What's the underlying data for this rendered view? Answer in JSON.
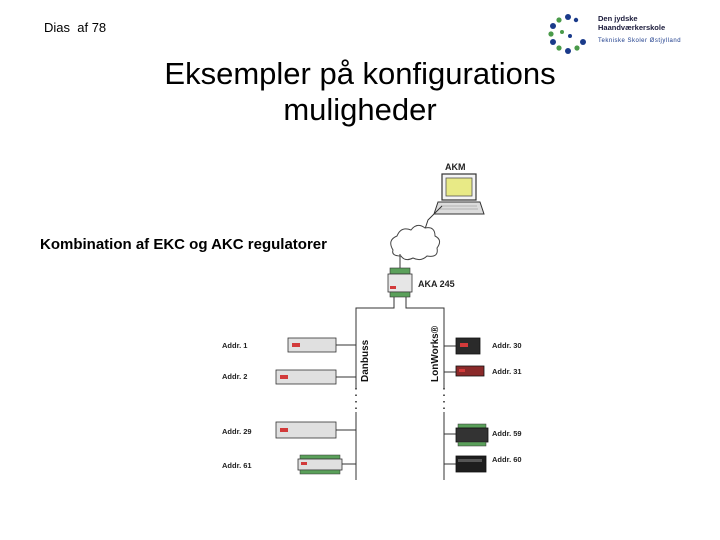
{
  "header": {
    "slide_prefix": "Dias",
    "slide_of": "af 78"
  },
  "logo": {
    "line1": "Den jydske",
    "line2": "Haandværkerskole",
    "tagline": "Tekniske Skoler Østjylland"
  },
  "title": {
    "line1": "Eksempler på konfigurations",
    "line2": "muligheder"
  },
  "subtitle": "Kombination af EKC og AKC regulatorer",
  "diagram": {
    "pc_label": "AKM",
    "gateway_label": "AKA 245",
    "bus_left": "Danbuss",
    "bus_right": "LonWorks®",
    "left_devices": [
      {
        "label": "Addr. 1"
      },
      {
        "label": "Addr. 2"
      },
      {
        "label": "Addr. 29"
      },
      {
        "label": "Addr. 61"
      }
    ],
    "right_devices": [
      {
        "label": "Addr. 30"
      },
      {
        "label": "Addr. 31"
      },
      {
        "label": "Addr. 59"
      },
      {
        "label": "Addr. 60"
      }
    ]
  },
  "colors": {
    "screen": "#e8ea86",
    "device_red": "#d23a3a",
    "device_green": "#5aa05a",
    "logo_blue": "#1a3a8a",
    "logo_green": "#4a9a4a"
  }
}
